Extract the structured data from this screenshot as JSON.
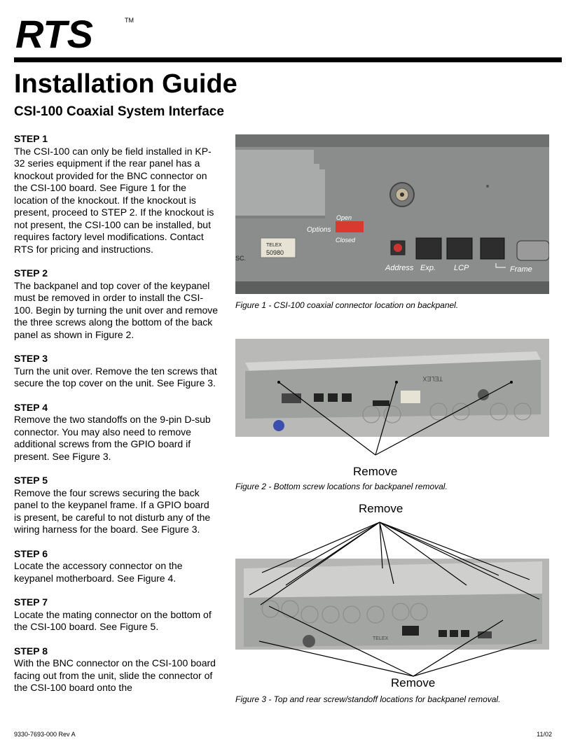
{
  "header": {
    "logo_text": "RTS",
    "trademark": "TM"
  },
  "title": "Installation Guide",
  "subtitle": "CSI-100 Coaxial System Interface",
  "steps": [
    {
      "heading": "STEP 1",
      "text": "The CSI-100 can only be field installed in KP-32 series equipment if the rear panel has a knockout provided for the BNC connector on the CSI-100 board. See Figure 1 for the location of the knockout. If the knockout is present, proceed to STEP 2. If the knockout is not present, the CSI-100 can be installed, but requires factory level modifications. Contact RTS for pricing and instructions."
    },
    {
      "heading": "STEP 2",
      "text": "The backpanel and top cover of the keypanel must be removed in order to install the CSI-100. Begin by turning the unit over and remove the three screws along the bottom of the back panel as shown in Figure 2."
    },
    {
      "heading": "STEP 3",
      "text": "Turn the unit over. Remove the ten screws that secure the top cover on the unit. See Figure 3."
    },
    {
      "heading": "STEP 4",
      "text": "Remove the two standoffs on the 9-pin D-sub connector. You may also need to remove additional screws from the GPIO board if present. See Figure 3."
    },
    {
      "heading": "STEP 5",
      "text": "Remove the four screws securing the back panel to the keypanel frame. If a GPIO board is present, be careful to not disturb any of the wiring harness for the board. See Figure 3."
    },
    {
      "heading": "STEP 6",
      "text": "Locate the accessory connector on the keypanel motherboard. See Figure 4."
    },
    {
      "heading": "STEP 7",
      "text": "Locate the mating connector on the bottom of the CSI-100 board. See Figure 5."
    },
    {
      "heading": "STEP 8",
      "text": "With the BNC connector on the CSI-100 board facing out from the unit, slide the connector of the CSI-100 board onto the"
    }
  ],
  "figure1": {
    "caption": "Figure 1 - CSI-100 coaxial connector location on backpanel.",
    "labels": {
      "open": "Open",
      "options": "Options",
      "closed": "Closed",
      "telex": "TELEX",
      "serial": "50980",
      "address": "Address",
      "exp": "Exp.",
      "lcp": "LCP",
      "frame": "Frame",
      "sc": "SC."
    }
  },
  "figure2": {
    "caption": "Figure 2 - Bottom screw locations for backpanel removal.",
    "remove_label": "Remove",
    "brand": "TELEX"
  },
  "figure3": {
    "caption": "Figure 3 - Top and rear screw/standoff locations for backpanel removal.",
    "remove_top_label": "Remove",
    "remove_bottom_label": "Remove",
    "brand": "TELEX"
  },
  "footer": {
    "doc_number": "9330-7693-000 Rev A",
    "date": "11/02"
  }
}
